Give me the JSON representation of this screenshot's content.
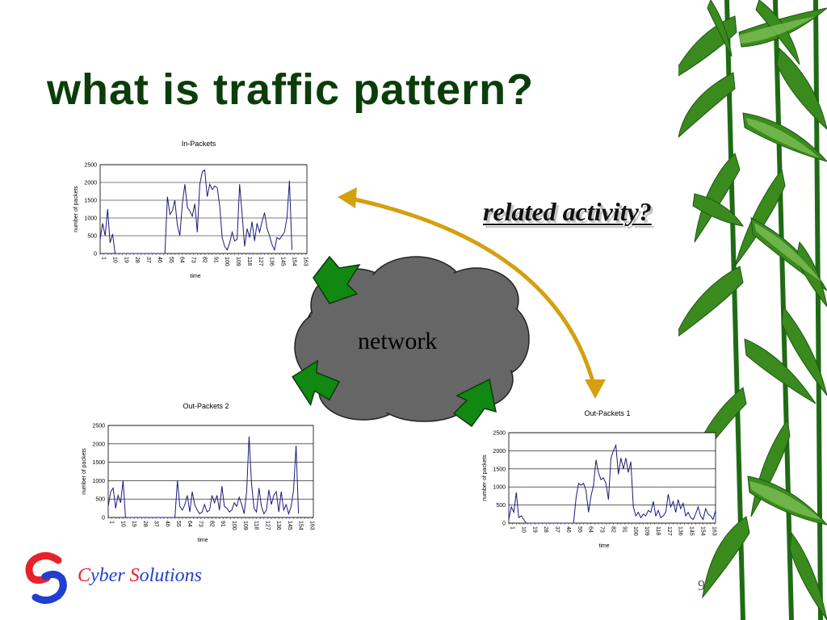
{
  "slide": {
    "title": "what is traffic pattern?",
    "question": "related activity?",
    "network_label": "network",
    "brand_initial_1": "C",
    "brand_rest_1": "yber ",
    "brand_initial_2": "S",
    "brand_rest_2": "olutions",
    "page_number": "9",
    "colors": {
      "title": "#0b3d0b",
      "cloud": "#666666",
      "arrow_green": "#118811",
      "curve": "#d4a010",
      "series": "#1a1a7a",
      "brand_blue": "#1f3fd1",
      "brand_red": "#e8222a"
    }
  },
  "chart_data": [
    {
      "type": "line",
      "title": "In-Packets",
      "xlabel": "time",
      "ylabel": "number of packets",
      "ylim": [
        0,
        2500
      ],
      "yticks": [
        "0",
        "500",
        "1000",
        "1500",
        "2000",
        "2500"
      ],
      "xticks": [
        "1",
        "10",
        "19",
        "28",
        "37",
        "46",
        "55",
        "64",
        "73",
        "82",
        "91",
        "100",
        "109",
        "118",
        "127",
        "136",
        "145",
        "154",
        "163"
      ],
      "grid": true,
      "x": [
        1,
        3,
        5,
        7,
        9,
        11,
        13,
        15,
        17,
        19,
        21,
        23,
        25,
        27,
        29,
        31,
        33,
        35,
        37,
        39,
        41,
        43,
        45,
        47,
        49,
        51,
        53,
        55,
        57,
        59,
        61,
        63,
        65,
        67,
        69,
        71,
        73,
        75,
        77,
        79,
        81,
        83,
        85,
        87,
        89,
        91,
        93,
        95,
        97,
        99,
        101,
        103,
        105,
        107,
        109,
        111,
        113,
        115,
        117,
        119,
        121,
        123,
        125,
        127,
        129,
        131,
        133,
        135,
        137,
        139,
        141,
        143,
        145,
        147,
        149,
        151,
        153,
        155,
        157,
        159,
        161,
        163,
        165,
        167
      ],
      "values": [
        400,
        850,
        500,
        1250,
        300,
        550,
        0,
        0,
        0,
        0,
        0,
        0,
        0,
        0,
        0,
        0,
        0,
        0,
        0,
        0,
        0,
        0,
        0,
        0,
        0,
        0,
        0,
        1600,
        1100,
        1200,
        1500,
        800,
        500,
        1400,
        1950,
        1300,
        1200,
        1050,
        1400,
        600,
        1950,
        2300,
        2350,
        1600,
        1950,
        1800,
        1900,
        1850,
        1350,
        450,
        200,
        100,
        300,
        600,
        350,
        400,
        1950,
        1100,
        200,
        700,
        450,
        900,
        350,
        850,
        600,
        900,
        1150,
        700,
        500,
        250,
        100,
        450,
        400,
        500,
        600,
        1000,
        2050,
        100
      ],
      "series_name": ""
    },
    {
      "type": "line",
      "title": "Out-Packets 2",
      "xlabel": "time",
      "ylabel": "number of packets",
      "ylim": [
        0,
        2500
      ],
      "yticks": [
        "0",
        "500",
        "1000",
        "1500",
        "2000",
        "2500"
      ],
      "xticks": [
        "1",
        "10",
        "19",
        "28",
        "37",
        "46",
        "55",
        "64",
        "73",
        "82",
        "91",
        "100",
        "109",
        "118",
        "127",
        "136",
        "145",
        "154",
        "163"
      ],
      "grid": true,
      "x": [
        1,
        3,
        5,
        7,
        9,
        11,
        13,
        15,
        17,
        19,
        21,
        23,
        25,
        27,
        29,
        31,
        33,
        35,
        37,
        39,
        41,
        43,
        45,
        47,
        49,
        51,
        53,
        55,
        57,
        59,
        61,
        63,
        65,
        67,
        69,
        71,
        73,
        75,
        77,
        79,
        81,
        83,
        85,
        87,
        89,
        91,
        93,
        95,
        97,
        99,
        101,
        103,
        105,
        107,
        109,
        111,
        113,
        115,
        117,
        119,
        121,
        123,
        125,
        127,
        129,
        131,
        133,
        135,
        137,
        139,
        141,
        143,
        145,
        147,
        149,
        151,
        153,
        155,
        157,
        159,
        161,
        163,
        165,
        167
      ],
      "values": [
        300,
        700,
        800,
        250,
        600,
        400,
        1000,
        0,
        0,
        0,
        0,
        0,
        0,
        0,
        0,
        0,
        0,
        0,
        0,
        0,
        0,
        0,
        0,
        0,
        0,
        0,
        0,
        0,
        1000,
        300,
        200,
        350,
        600,
        150,
        700,
        350,
        200,
        100,
        150,
        350,
        150,
        200,
        600,
        400,
        600,
        200,
        850,
        300,
        250,
        150,
        200,
        400,
        300,
        550,
        350,
        100,
        700,
        2200,
        900,
        250,
        150,
        800,
        300,
        100,
        200,
        750,
        350,
        600,
        700,
        150,
        700,
        200,
        350,
        100,
        300,
        750,
        1950,
        100
      ],
      "series_name": ""
    },
    {
      "type": "line",
      "title": "Out-Packets 1",
      "xlabel": "time",
      "ylabel": "number of packets",
      "ylim": [
        0,
        2500
      ],
      "yticks": [
        "0",
        "500",
        "1000",
        "1500",
        "2000",
        "2500"
      ],
      "xticks": [
        "1",
        "10",
        "19",
        "28",
        "37",
        "46",
        "55",
        "64",
        "73",
        "82",
        "91",
        "100",
        "109",
        "118",
        "127",
        "136",
        "145",
        "154",
        "163"
      ],
      "grid": true,
      "x": [
        1,
        3,
        5,
        7,
        9,
        11,
        13,
        15,
        17,
        19,
        21,
        23,
        25,
        27,
        29,
        31,
        33,
        35,
        37,
        39,
        41,
        43,
        45,
        47,
        49,
        51,
        53,
        55,
        57,
        59,
        61,
        63,
        65,
        67,
        69,
        71,
        73,
        75,
        77,
        79,
        81,
        83,
        85,
        87,
        89,
        91,
        93,
        95,
        97,
        99,
        101,
        103,
        105,
        107,
        109,
        111,
        113,
        115,
        117,
        119,
        121,
        123,
        125,
        127,
        129,
        131,
        133,
        135,
        137,
        139,
        141,
        143,
        145,
        147,
        149,
        151,
        153,
        155,
        157,
        159,
        161,
        163,
        165,
        167
      ],
      "values": [
        100,
        450,
        300,
        850,
        150,
        200,
        100,
        0,
        0,
        0,
        0,
        0,
        0,
        0,
        0,
        0,
        0,
        0,
        0,
        0,
        0,
        0,
        0,
        0,
        0,
        0,
        0,
        700,
        1100,
        1050,
        1100,
        900,
        300,
        750,
        1050,
        1750,
        1400,
        1200,
        1250,
        1100,
        650,
        1800,
        2000,
        2150,
        1350,
        1800,
        1500,
        1800,
        1400,
        1700,
        450,
        200,
        300,
        150,
        250,
        200,
        350,
        300,
        600,
        200,
        350,
        150,
        200,
        300,
        800,
        450,
        600,
        300,
        650,
        400,
        550,
        200,
        300,
        150,
        100,
        250,
        450,
        200,
        100,
        400,
        250,
        200,
        100,
        350
      ],
      "series_name": ""
    }
  ]
}
